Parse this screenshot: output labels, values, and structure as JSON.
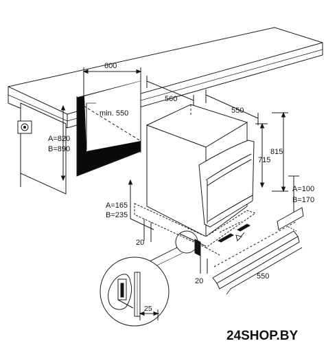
{
  "labels": {
    "width_600": "600",
    "min_550": "min. 550",
    "depth_560": "560",
    "width_550_top": "550",
    "height_815": "815",
    "height_715": "715",
    "socket_a": "A=820",
    "socket_b": "B=890",
    "plinth_a": "A=165",
    "plinth_b": "B=235",
    "right_a": "A=100",
    "right_b": "B=170",
    "gap_20_left": "20",
    "gap_20_bottom": "20",
    "width_550_bottom": "550",
    "detail_25": "25"
  },
  "watermark": "24SHOP.BY"
}
